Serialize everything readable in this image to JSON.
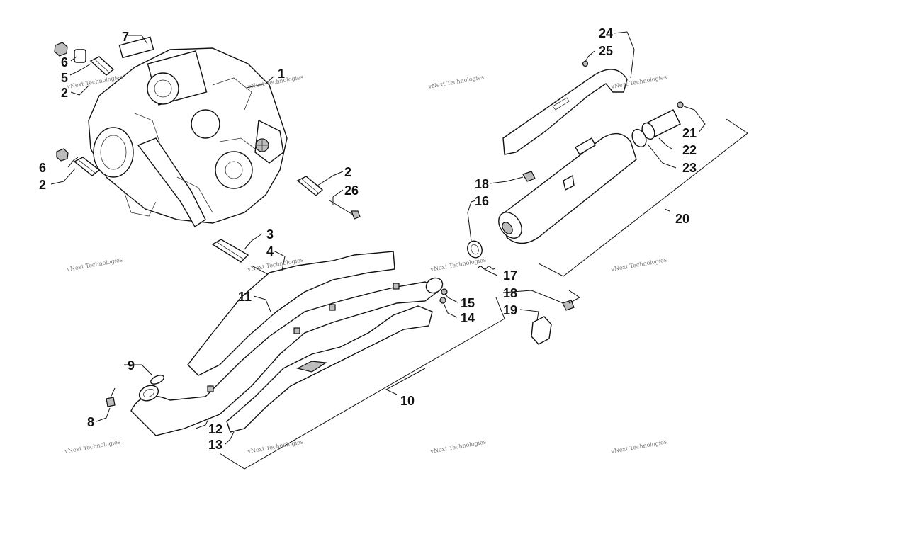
{
  "callouts": {
    "c1": "1",
    "c2a": "2",
    "c2b": "2",
    "c2c": "2",
    "c3": "3",
    "c4": "4",
    "c5": "5",
    "c6a": "6",
    "c6b": "6",
    "c7": "7",
    "c8": "8",
    "c9": "9",
    "c10": "10",
    "c11": "11",
    "c12": "12",
    "c13": "13",
    "c14": "14",
    "c15": "15",
    "c16": "16",
    "c17": "17",
    "c18a": "18",
    "c18b": "18",
    "c19": "19",
    "c20": "20",
    "c21": "21",
    "c22": "22",
    "c23": "23",
    "c24": "24",
    "c25": "25",
    "c26": "26"
  },
  "watermark": {
    "text": "vNext Technologies"
  }
}
